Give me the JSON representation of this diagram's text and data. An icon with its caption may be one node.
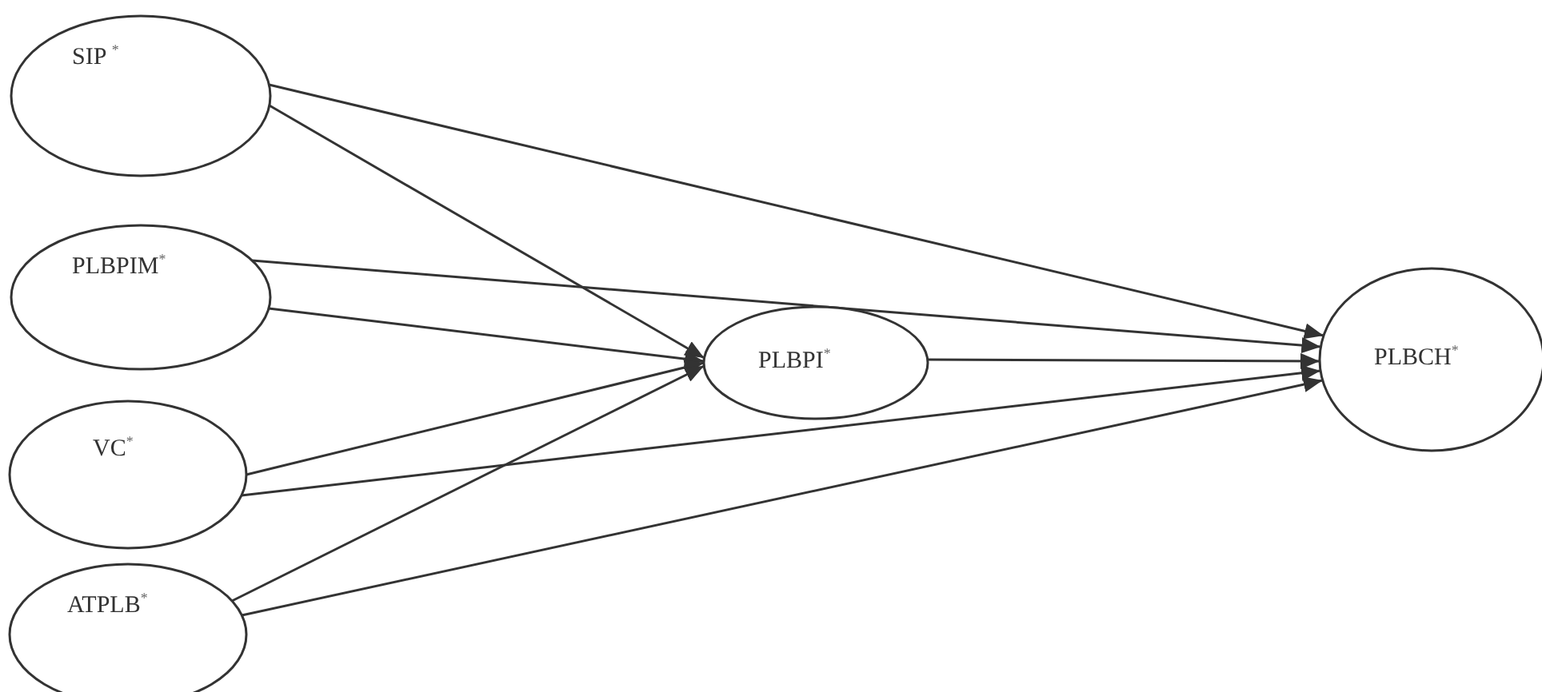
{
  "diagram": {
    "nodes": [
      {
        "text": [
          "SIP $^{*}$"
        ]
      },
      {
        "text": [
          "PLBPIM$^{*}$"
        ]
      },
      {
        "text": [
          "VC$^{*}$"
        ]
      },
      {
        "text": [
          "ATPLB$^{*}$"
        ]
      },
      {
        "text": [
          "PLBPI$^{*}$"
        ]
      },
      {
        "text": [
          "PLBCH$^{*}$"
        ]
      }
    ],
    "edges": [
      {
        "from": 0,
        "to": 4,
        "arrow": "to"
      },
      {
        "from": 0,
        "to": 5,
        "arrow": "to"
      },
      {
        "from": 1,
        "to": 4,
        "arrow": "to"
      },
      {
        "from": 1,
        "to": 5,
        "arrow": "to"
      },
      {
        "from": 2,
        "to": 4,
        "arrow": "to"
      },
      {
        "from": 2,
        "to": 5,
        "arrow": "to"
      },
      {
        "from": 3,
        "to": 4,
        "arrow": "to"
      },
      {
        "from": 3,
        "to": 5,
        "arrow": "to"
      },
      {
        "from": 4,
        "to": 5,
        "arrow": "to"
      }
    ]
  }
}
